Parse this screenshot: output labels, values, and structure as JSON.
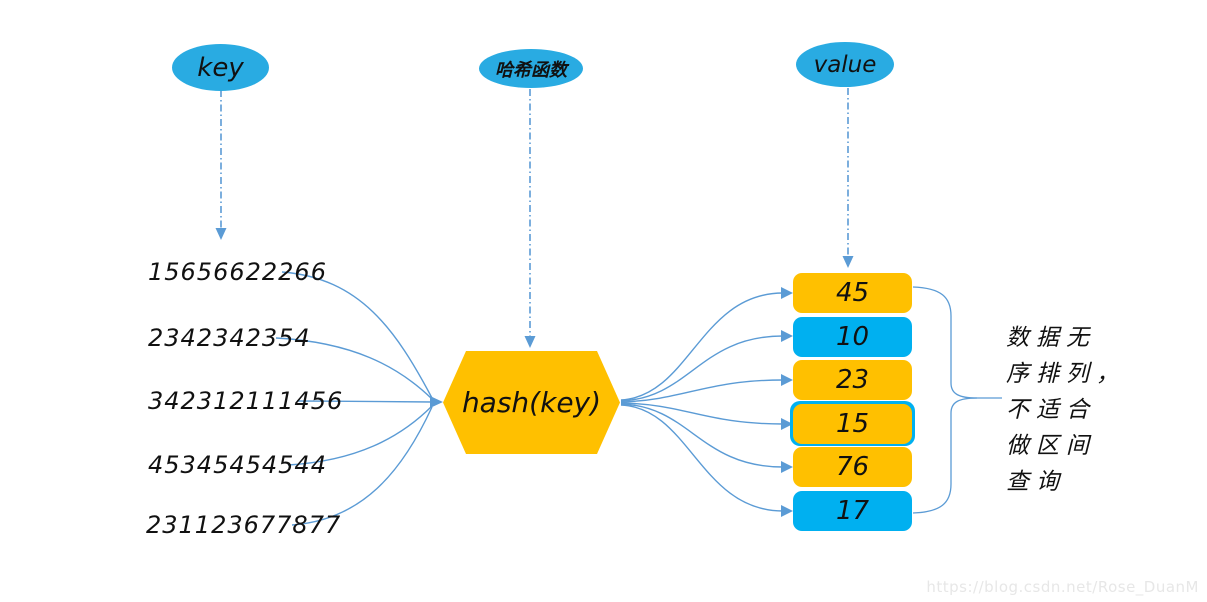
{
  "ellipses": {
    "key": "key",
    "hash_function": "哈希函数",
    "value": "value"
  },
  "hexagon": {
    "label": "hash(key)"
  },
  "keys": [
    "15656622266",
    "2342342354",
    "342312111456",
    "45345454544",
    "231123677877"
  ],
  "values": [
    {
      "text": "45",
      "color": "gold"
    },
    {
      "text": "10",
      "color": "blue"
    },
    {
      "text": "23",
      "color": "gold"
    },
    {
      "text": "15",
      "color": "gold",
      "underlay": "blue"
    },
    {
      "text": "76",
      "color": "gold"
    },
    {
      "text": "17",
      "color": "blue"
    }
  ],
  "note": {
    "lines": [
      "数据无",
      "序排列，",
      "不适合",
      "做区间",
      "查询"
    ],
    "full_text": "数据无序排列，不适合做区间查询"
  },
  "watermark": "https://blog.csdn.net/Rose_DuanM",
  "colors": {
    "ellipse_cyan": "#29ABE2",
    "box_blue": "#00B0F0",
    "gold": "#FFC000",
    "connector_blue": "#5B9BD5"
  }
}
